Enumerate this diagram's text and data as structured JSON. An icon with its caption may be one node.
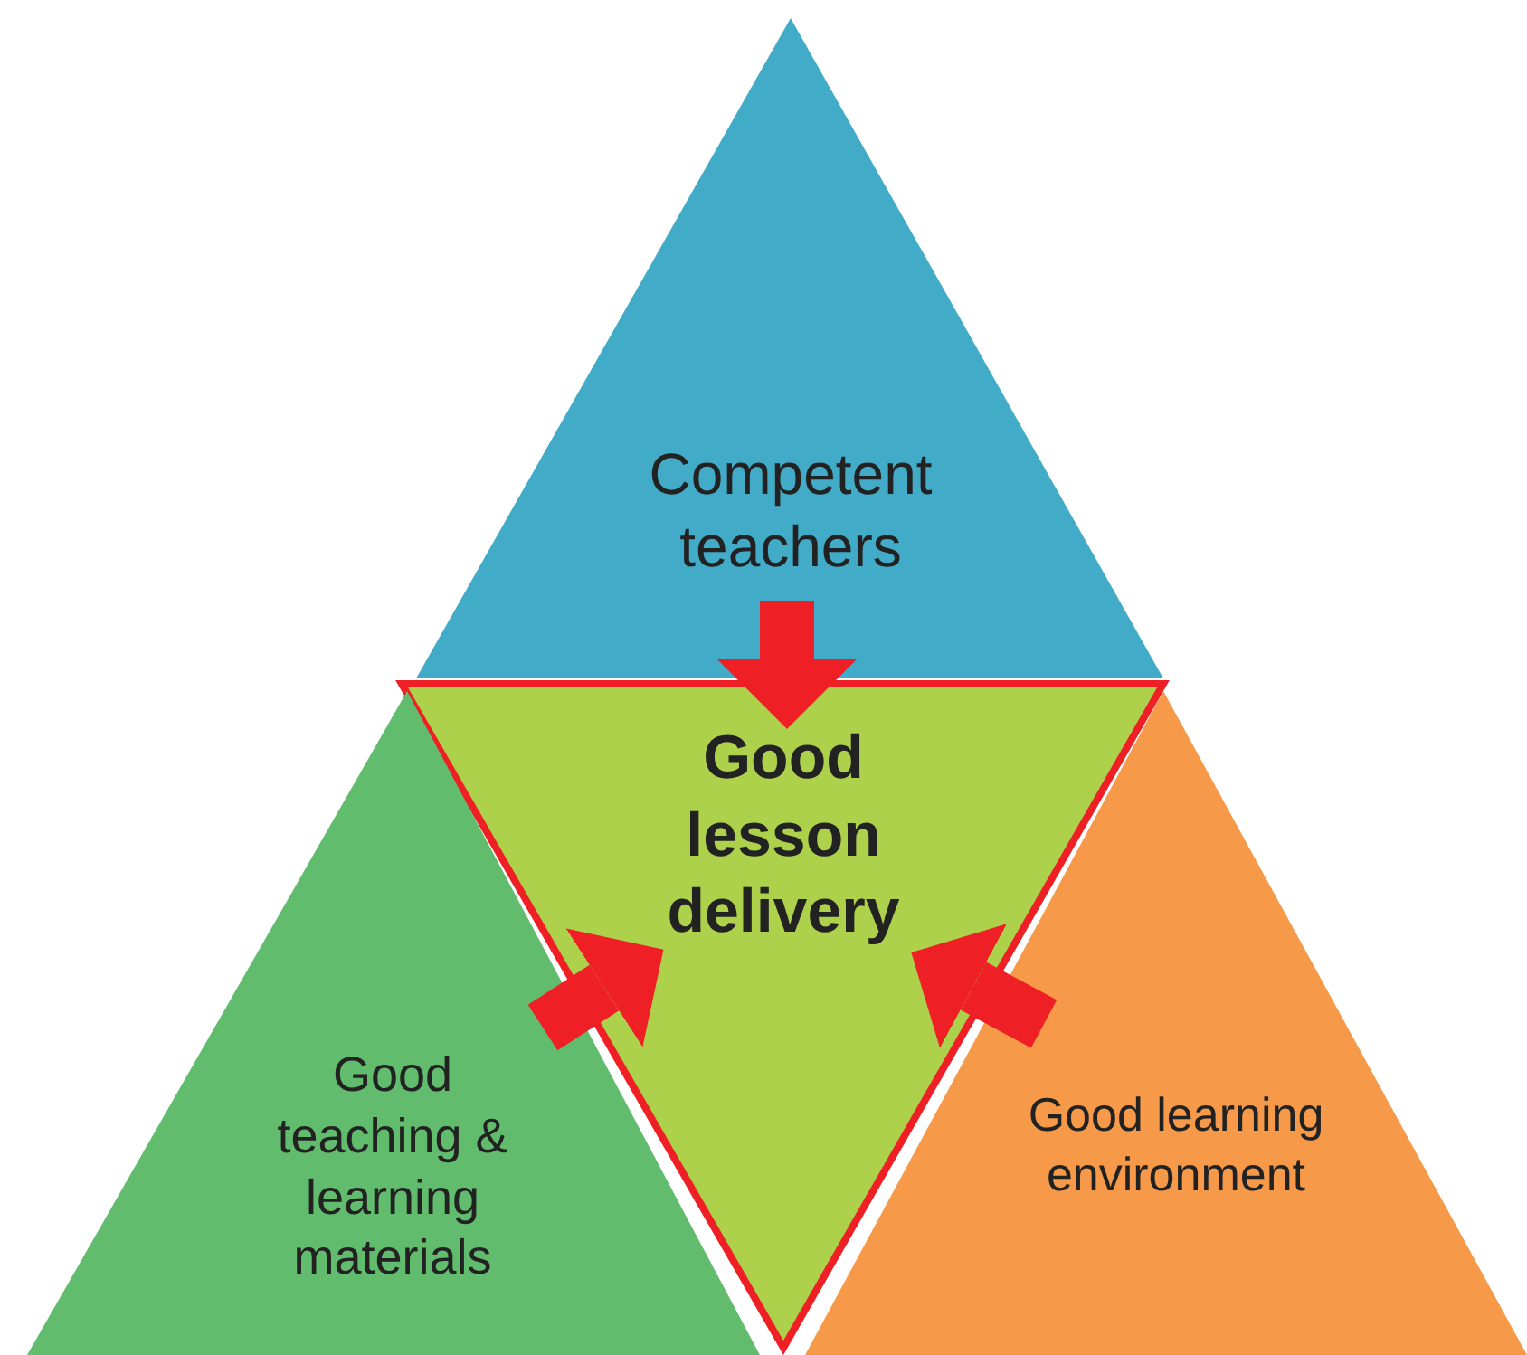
{
  "diagram": {
    "nodes": [
      {
        "text": [
          "Competent teachers"
        ]
      },
      {
        "text": [
          "Good lesson delivery"
        ]
      },
      {
        "text": [
          "Good teaching & learning materials"
        ]
      },
      {
        "text": [
          "Good learning environment"
        ]
      }
    ],
    "edges": [
      {
        "from": 0,
        "to": 1,
        "arrow": "to"
      },
      {
        "from": 2,
        "to": 1,
        "arrow": "to"
      },
      {
        "from": 3,
        "to": 1,
        "arrow": "to"
      }
    ]
  }
}
